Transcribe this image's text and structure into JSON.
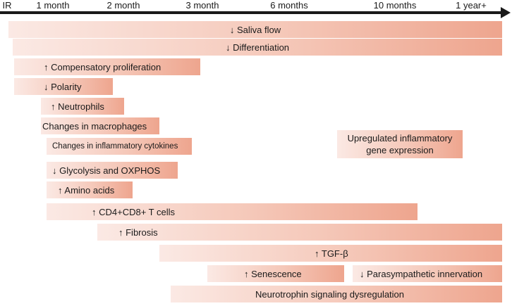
{
  "timeline": {
    "labels": [
      "IR",
      "1 month",
      "2 month",
      "3 month",
      "6 months",
      "10 months",
      "1 year+"
    ]
  },
  "bars": [
    {
      "label": "↓ Saliva flow"
    },
    {
      "label": "↓ Differentiation"
    },
    {
      "label": "↑ Compensatory proliferation"
    },
    {
      "label": "↓ Polarity"
    },
    {
      "label": "↑ Neutrophils"
    },
    {
      "label": "Changes in macrophages"
    },
    {
      "label": "Changes in inflammatory cytokines"
    },
    {
      "label": "↓ Glycolysis and OXPHOS"
    },
    {
      "label": "↑ Amino acids"
    },
    {
      "label": "↑ CD4+CD8+ T cells"
    },
    {
      "label": "↑ Fibrosis"
    },
    {
      "label": "↑ TGF-β"
    },
    {
      "label": "↑ Senescence"
    },
    {
      "label": "↓ Parasympathetic innervation"
    },
    {
      "label": "Neurotrophin signaling dysregulation"
    },
    {
      "label": "Upregulated inflammatory gene expression"
    }
  ]
}
